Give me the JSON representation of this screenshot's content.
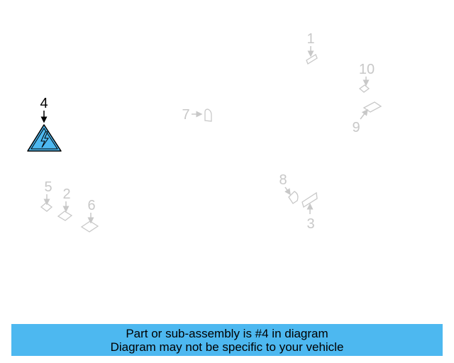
{
  "colors": {
    "highlight": "#000000",
    "dimmed": "#c8c8c8",
    "part_fill": "#4db8f0",
    "banner_bg": "#4db8f0"
  },
  "callouts": {
    "c1": "1",
    "c2": "2",
    "c3": "3",
    "c4": "4",
    "c5": "5",
    "c6": "6",
    "c7": "7",
    "c8": "8",
    "c9": "9",
    "c10": "10"
  },
  "highlighted_part": "4",
  "banner": {
    "line1": "Part or sub-assembly is #4 in diagram",
    "line2": "Diagram may not be specific to your vehicle"
  }
}
